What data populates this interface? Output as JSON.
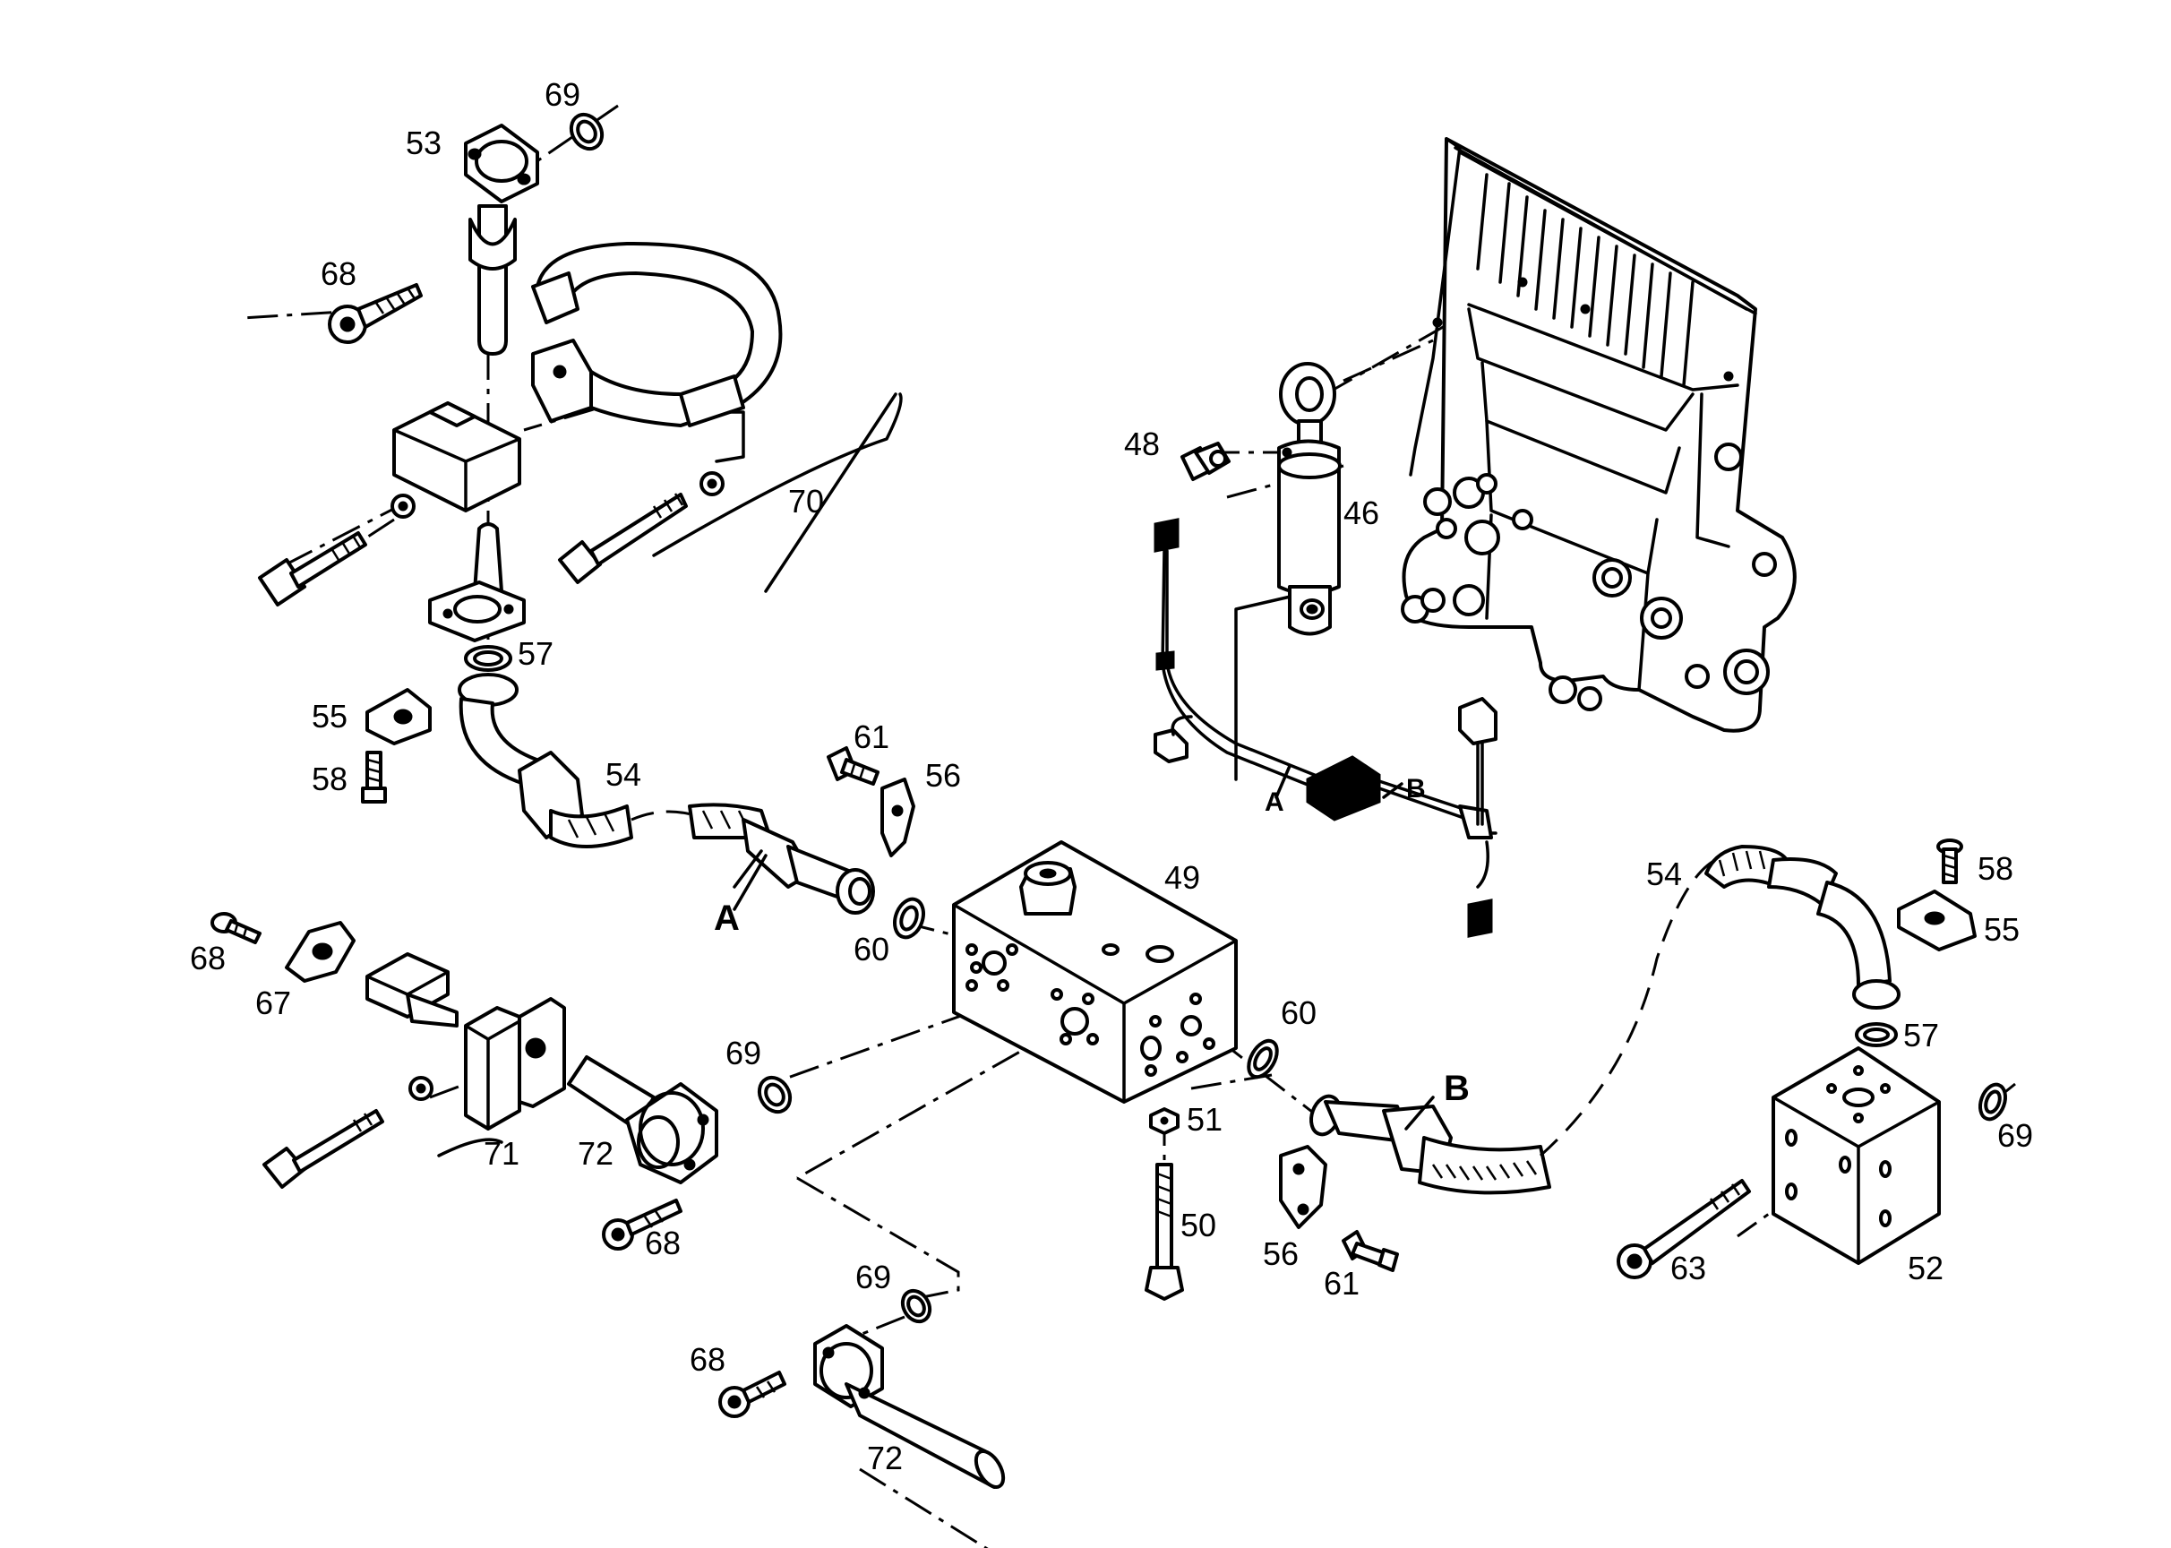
{
  "diagram": {
    "labels": {
      "p69_top": "69",
      "p53": "53",
      "p68_top": "68",
      "p70": "70",
      "p57_left": "57",
      "p55_left": "55",
      "p58_left": "58",
      "p54_left": "54",
      "p61_top": "61",
      "p56_top": "56",
      "p49": "49",
      "p60_left": "60",
      "p68_mid": "68",
      "p67": "67",
      "p71": "71",
      "p72_mid": "72",
      "p68_lower": "68",
      "p69_mid": "69",
      "p51": "51",
      "p50": "50",
      "p56_bot": "56",
      "p61_bot": "61",
      "p60_right": "60",
      "p69_bot": "69",
      "p68_bot": "68",
      "p72_bot": "72",
      "p48": "48",
      "p46": "46",
      "p54_right": "54",
      "p58_right": "58",
      "p55_right": "55",
      "p57_right": "57",
      "p69_right": "69",
      "p63": "63",
      "p52": "52"
    },
    "markers": {
      "hose_a": "A",
      "hose_b": "B",
      "harness_a": "A",
      "harness_b": "B"
    }
  }
}
